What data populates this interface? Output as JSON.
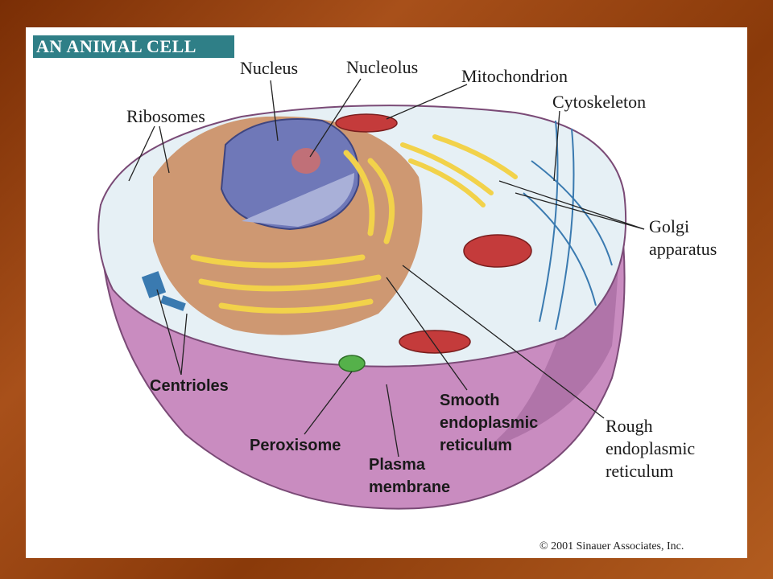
{
  "title": "AN ANIMAL CELL",
  "labels": {
    "nucleus": "Nucleus",
    "nucleolus": "Nucleolus",
    "mitochondrion": "Mitochondrion",
    "cytoskeleton": "Cytoskeleton",
    "ribosomes": "Ribosomes",
    "golgi_line1": "Golgi",
    "golgi_line2": "apparatus",
    "centrioles": "Centrioles",
    "smooth_er_line1": "Smooth",
    "smooth_er_line2": "endoplasmic",
    "smooth_er_line3": "reticulum",
    "rough_er_line1": "Rough",
    "rough_er_line2": "endoplasmic",
    "rough_er_line3": "reticulum",
    "peroxisome": "Peroxisome",
    "plasma_line1": "Plasma",
    "plasma_line2": "membrane"
  },
  "copyright": "© 2001 Sinauer Associates, Inc.",
  "colors": {
    "membrane": "#c98cc0",
    "membrane_dark": "#a0649a",
    "cytoplasm": "#e8f1f5",
    "nucleus": "#6f78b8",
    "rough_er": "#c07a4a",
    "yellow_er": "#f2d24a",
    "mitochondria": "#c43b3b",
    "title_bg": "#2f7f87"
  }
}
